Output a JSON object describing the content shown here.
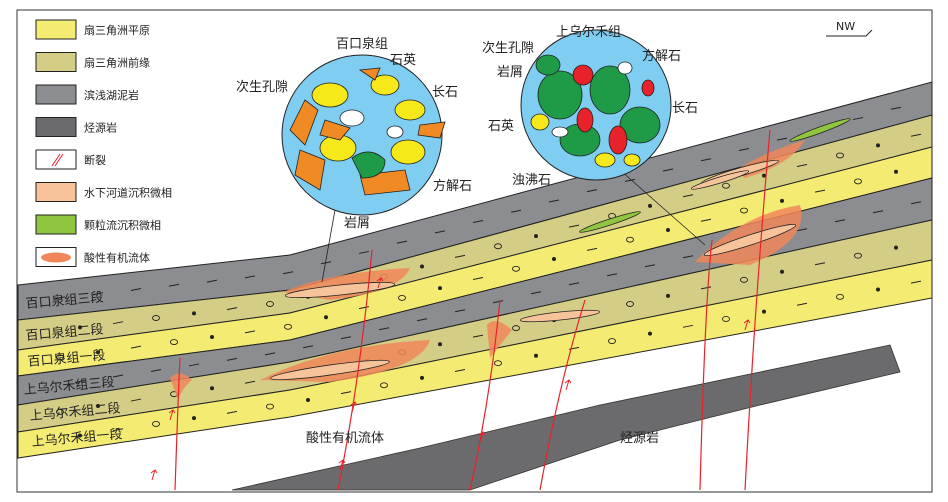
{
  "legend": [
    {
      "label": "扇三角洲平原",
      "color": "#f4ec72"
    },
    {
      "label": "扇三角洲前缘",
      "color": "#d3cd86"
    },
    {
      "label": "滨浅湖泥岩",
      "color": "#8c8d91"
    },
    {
      "label": "烃源岩",
      "color": "#6b6b6d"
    },
    {
      "label": "断裂",
      "color": "#e8222a"
    },
    {
      "label": "水下河道沉积微相",
      "color": "#f6c39a"
    },
    {
      "label": "颗粒流沉积微相",
      "color": "#8fc63f"
    },
    {
      "label": "酸性有机流体",
      "color": "#f0875a"
    }
  ],
  "layers": [
    {
      "label": "百口泉组三段",
      "color": "#8c8d91"
    },
    {
      "label": "百口泉组二段",
      "color": "#d3cd86"
    },
    {
      "label": "百口泉组一段",
      "color": "#f4ec72"
    },
    {
      "label": "上乌尔禾组三段",
      "color": "#8c8d91"
    },
    {
      "label": "上乌尔禾组二段",
      "color": "#d3cd86"
    },
    {
      "label": "上乌尔禾组一段",
      "color": "#f4ec72"
    }
  ],
  "circle_left": {
    "title": "百口泉组",
    "labels": [
      "石英",
      "次生孔隙",
      "长石",
      "方解石",
      "岩屑"
    ]
  },
  "circle_right": {
    "title": "上乌尔禾组",
    "labels": [
      "次生孔隙",
      "岩屑",
      "方解石",
      "长石",
      "石英",
      "浊沸石"
    ]
  },
  "compass": "NW",
  "source_rock_label": "烃源岩",
  "fluid_label": "酸性有机流体",
  "colors": {
    "circle_bg": "#7fcdf0",
    "grain_green": "#1f9b48",
    "fault": "#e8222a",
    "grain_orange": "#f08a24",
    "grain_yellow": "#f7e81a"
  }
}
